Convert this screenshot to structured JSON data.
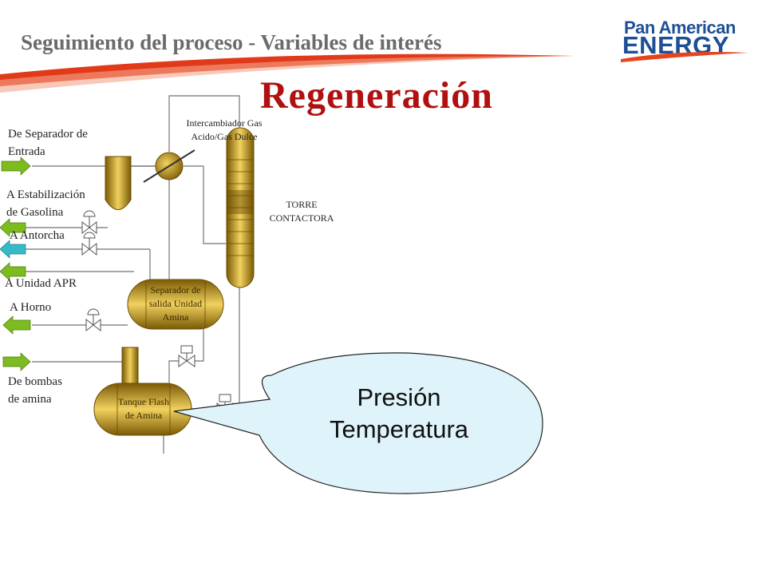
{
  "header": {
    "title": "Seguimiento del proceso - Variables de interés"
  },
  "logo": {
    "line1": "Pan American",
    "line2": "ENERGY"
  },
  "main_title": "Regeneración",
  "labels": {
    "from_inlet_separator": [
      "De Separador de",
      "Entrada"
    ],
    "to_gasoline_stab": [
      "A Estabilización",
      "de Gasolina"
    ],
    "to_flare": "A Antorcha",
    "to_apr_unit": "A Unidad APR",
    "to_furnace": "A Horno",
    "from_amine_pumps": [
      "De bombas",
      "de amina"
    ],
    "exchanger": [
      "Intercambiador Gas",
      "Acido/Gas Dulce"
    ],
    "tower": [
      "TORRE",
      "CONTACTORA"
    ],
    "amine_outlet_separator": [
      "Separador de",
      "salida Unidad",
      "Amina"
    ],
    "flash_tank": [
      "Tanque Flash",
      "de Amina"
    ]
  },
  "callout": {
    "line1": "Presión",
    "line2": "Temperatura"
  },
  "colors": {
    "title_red": "#b01010",
    "header_gray": "#6b6b6b",
    "brand_blue": "#1d4f96",
    "vessel_gold": "#c9a227",
    "arrow_green": "#7cbc1e",
    "arrow_cyan": "#36b9c9",
    "callout_fill": "#dff3fb"
  }
}
